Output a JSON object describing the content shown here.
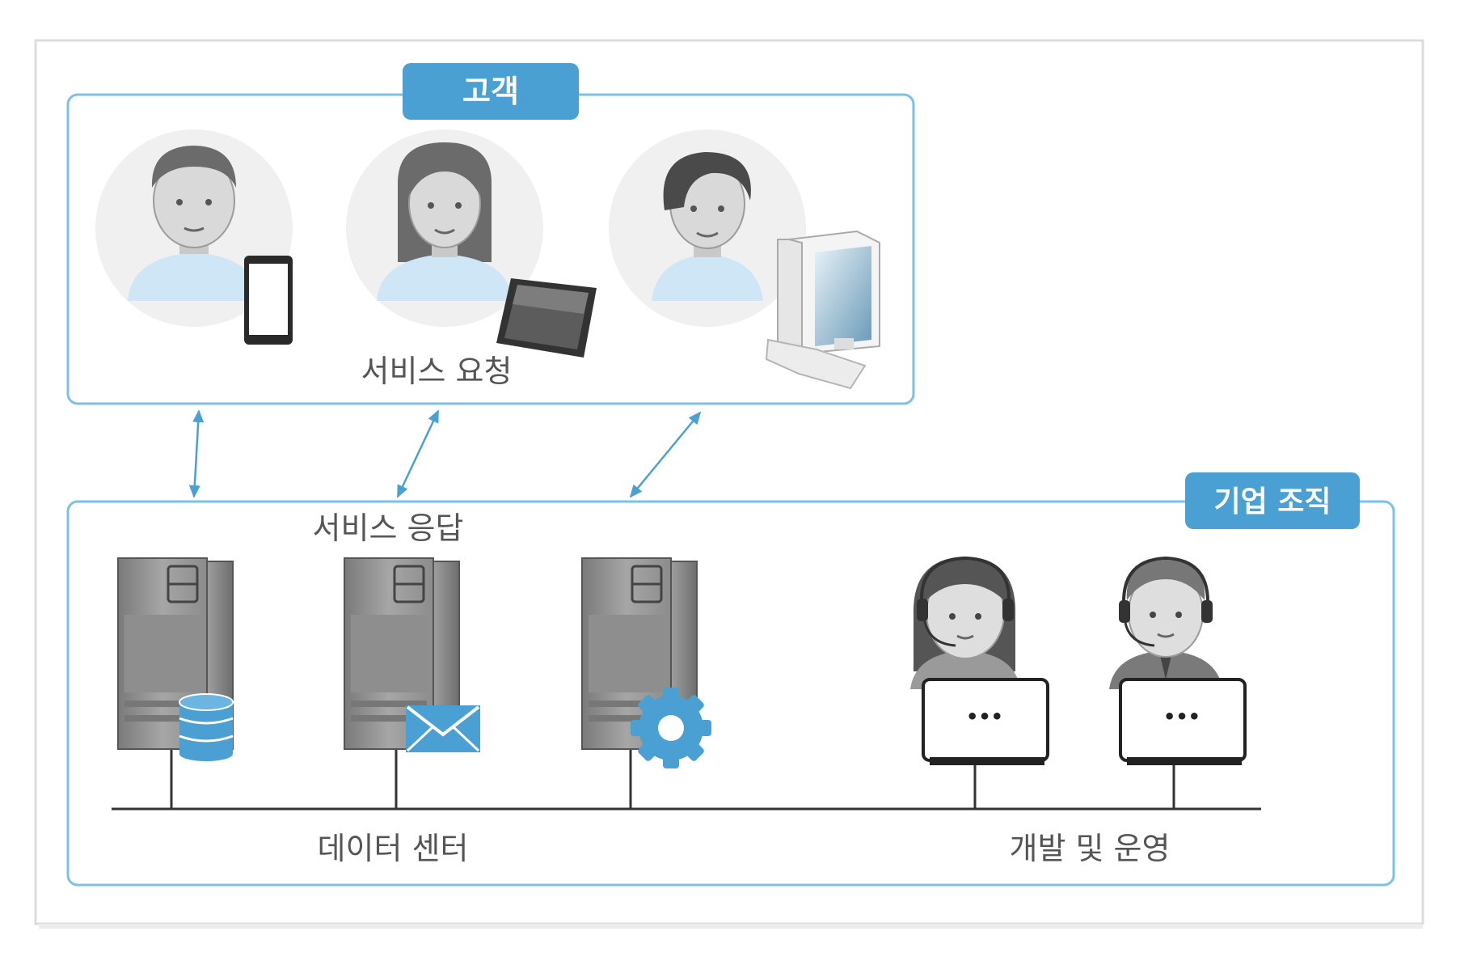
{
  "customer_group": {
    "title": "고객",
    "request_label": "서비스 요청"
  },
  "enterprise_group": {
    "title": "기업 조직",
    "response_label": "서비스 응답",
    "datacenter_label": "데이터 센터",
    "devops_label": "개발 및 운영"
  },
  "laptop_screen_text": "•••",
  "colors": {
    "accent": "#4aa0d2",
    "box_border": "#7cc0e4",
    "server_gray": "#8a8a8a",
    "avatar_bg": "#f0f0f0",
    "shirt_blue": "#cfe6f6"
  },
  "icons": [
    "man-avatar-icon",
    "woman-avatar-icon",
    "woman-short-hair-avatar-icon",
    "smartphone-icon",
    "tablet-icon",
    "desktop-computer-icon",
    "database-icon",
    "mail-icon",
    "gear-icon",
    "female-support-agent-icon",
    "male-support-agent-icon",
    "laptop-icon"
  ]
}
